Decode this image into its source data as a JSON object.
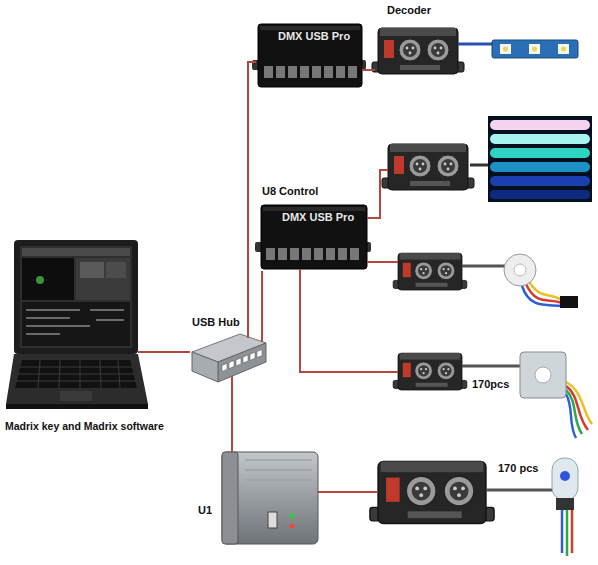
{
  "diagram": {
    "nodes": [
      {
        "text": [
          "DMX USB Pro"
        ]
      },
      {
        "text": [
          "Decoder"
        ]
      },
      {
        "text": [
          "U8 Control",
          "DMX USB Pro"
        ]
      },
      {
        "text": [
          "Madrix key and Madrix software"
        ]
      },
      {
        "text": [
          "USB Hub"
        ]
      },
      {
        "text": [
          "U1"
        ]
      }
    ],
    "edges": [
      {
        "from": 3,
        "to": 4,
        "arrow": "none"
      },
      {
        "from": 4,
        "to": 0,
        "arrow": "none"
      },
      {
        "from": 4,
        "to": 2,
        "arrow": "none"
      },
      {
        "from": 4,
        "to": 5,
        "arrow": "none"
      },
      {
        "from": 0,
        "to": 1,
        "arrow": "none"
      }
    ],
    "labels": [
      "170pcs",
      "170 pcs"
    ]
  }
}
